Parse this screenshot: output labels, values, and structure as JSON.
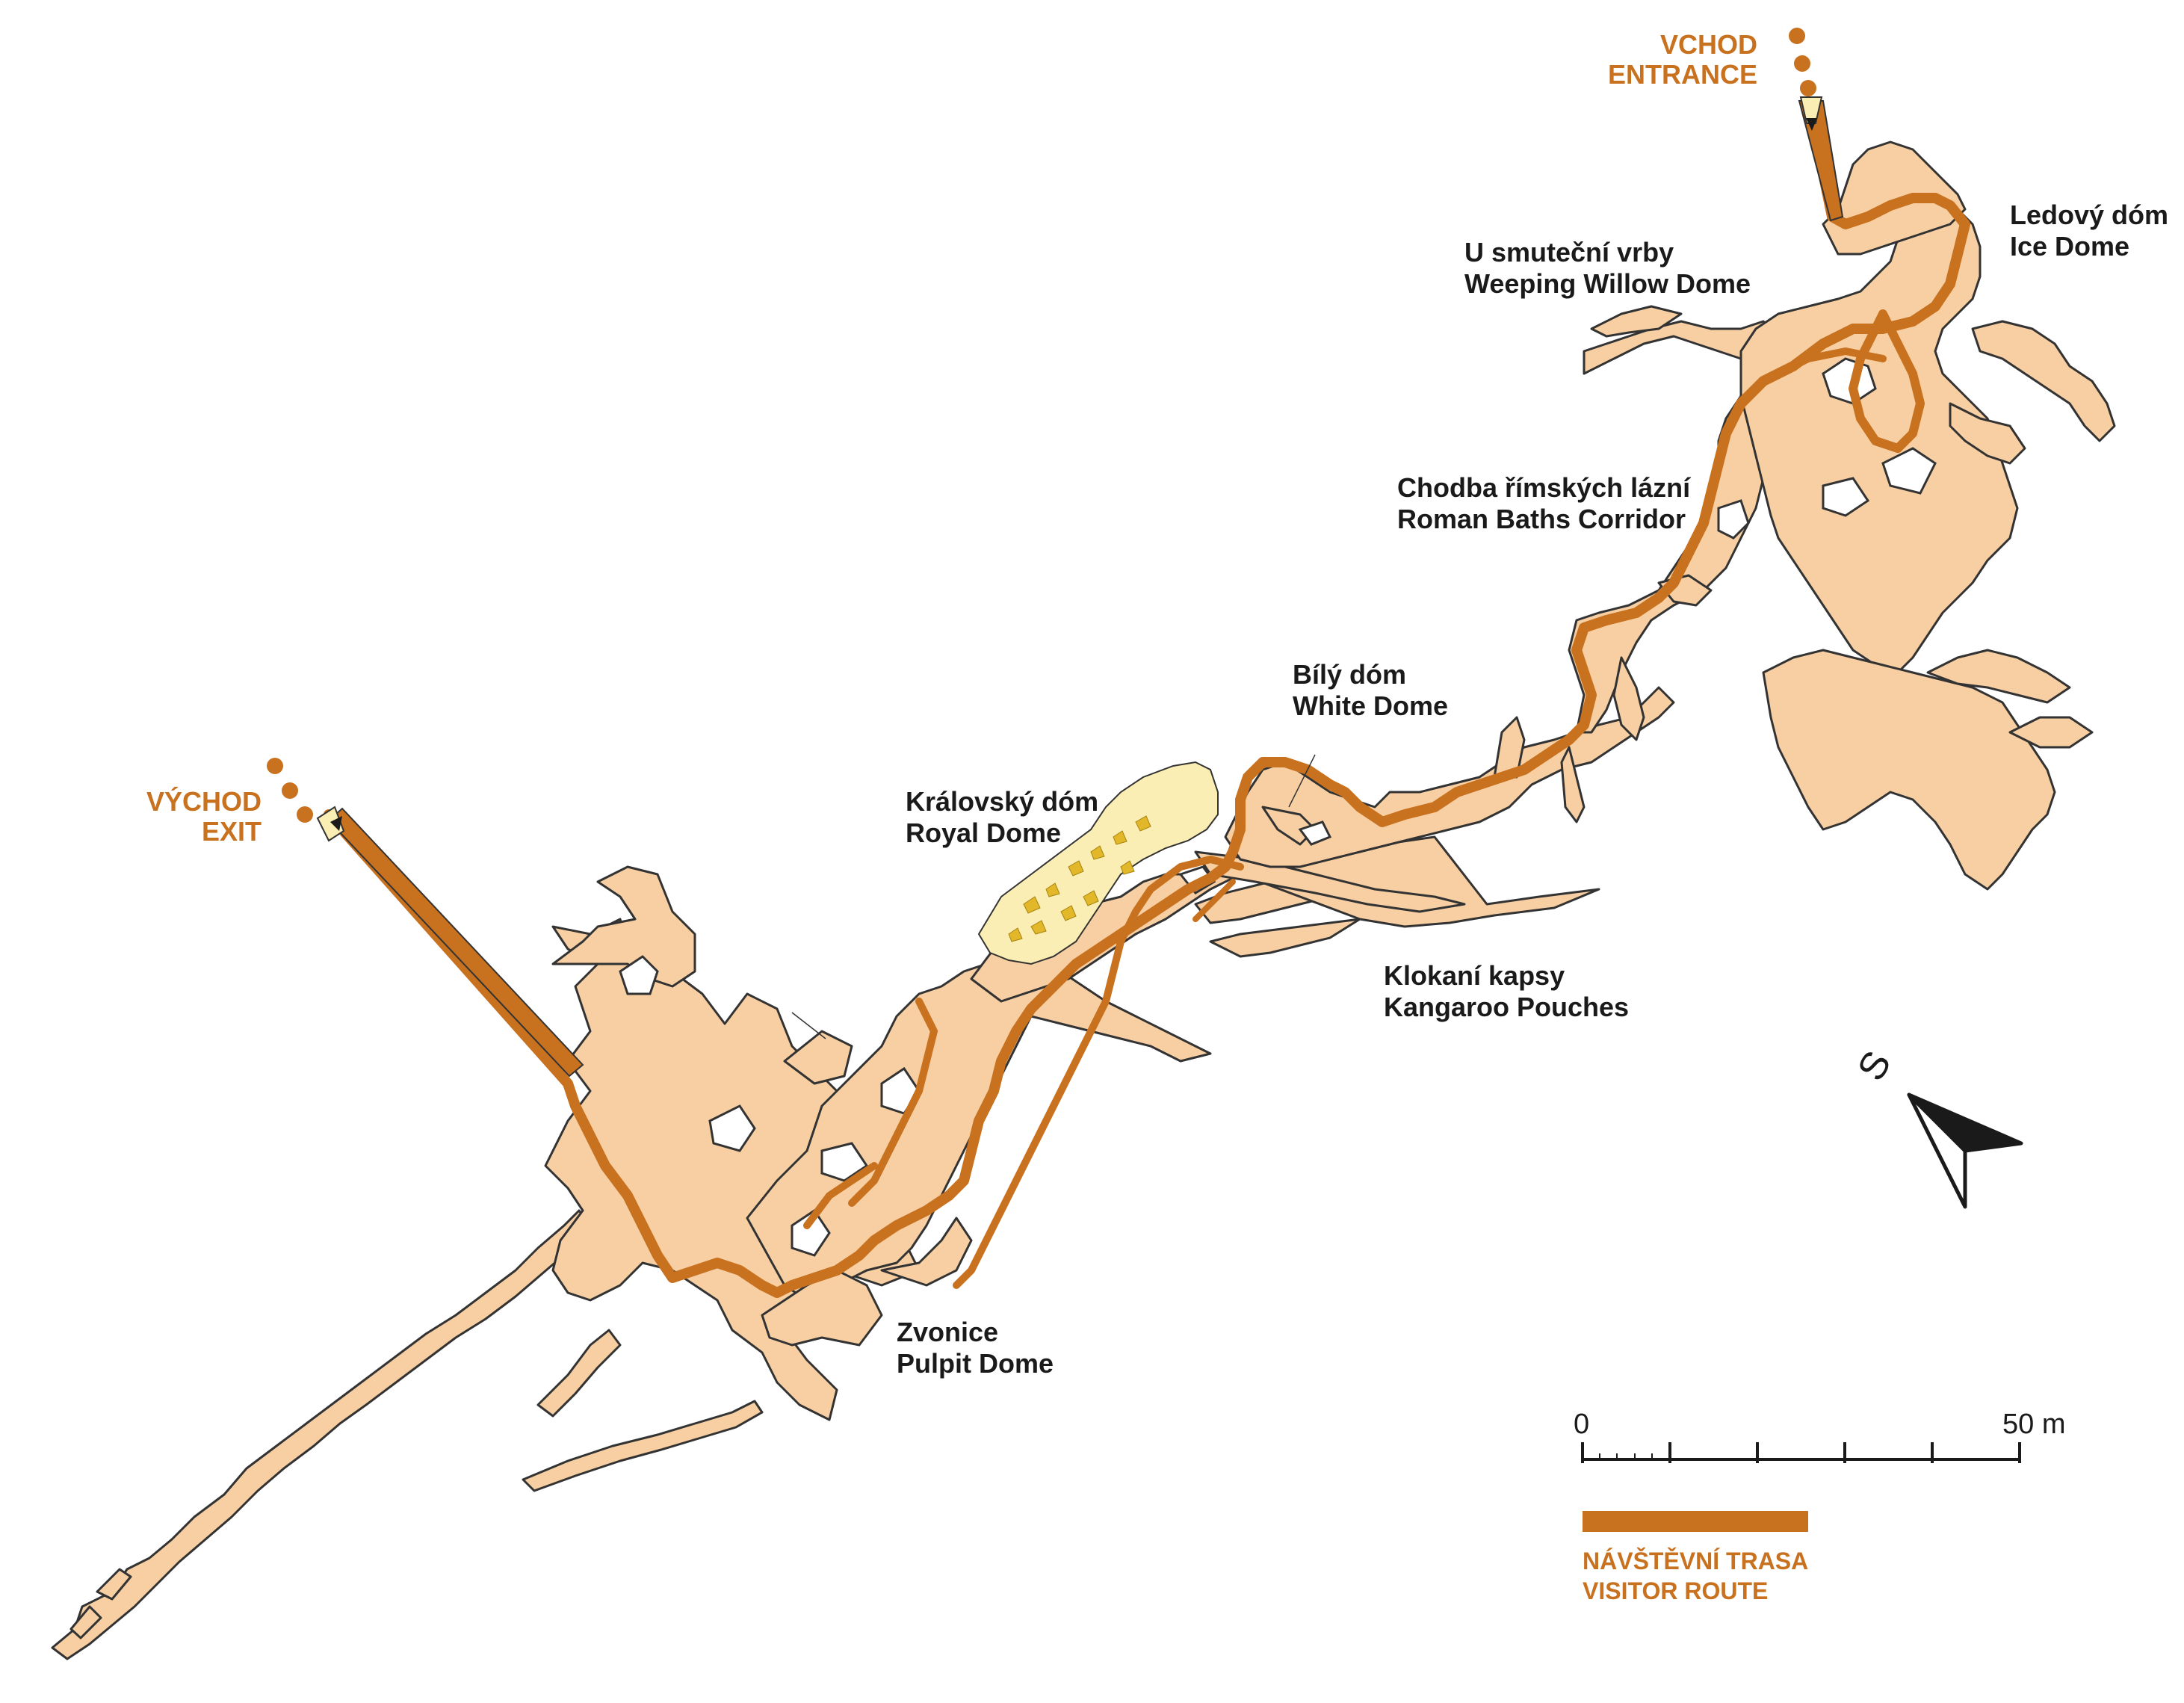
{
  "colors": {
    "cave_fill": "#f7cfa3",
    "cave_outline": "#333333",
    "route": "#c8711f",
    "royal_dome_fill": "#fbeeb4",
    "label_text": "#1a1a1a",
    "accent_text": "#c8711f"
  },
  "entrance": {
    "line1": "VCHOD",
    "line2": "ENTRANCE"
  },
  "exit": {
    "line1": "VÝCHOD",
    "line2": "EXIT"
  },
  "places": {
    "ledovy": {
      "cz": "Ledový dóm",
      "en": "Ice Dome"
    },
    "vrba": {
      "cz": "U smuteční vrby",
      "en": "Weeping Willow Dome"
    },
    "chodba": {
      "cz": "Chodba římských lázní",
      "en": "Roman Baths Corridor"
    },
    "bily": {
      "cz": "Bílý dóm",
      "en": "White Dome"
    },
    "kralovsky": {
      "cz": "Královský dóm",
      "en": "Royal Dome"
    },
    "klokani": {
      "cz": "Klokaní kapsy",
      "en": "Kangaroo Pouches"
    },
    "zvonice": {
      "cz": "Zvonice",
      "en": "Pulpit Dome"
    }
  },
  "north_arrow": {
    "letter": "S",
    "icon": "north-arrow-icon"
  },
  "scale_bar": {
    "min_label": "0",
    "max_label": "50 m"
  },
  "legend": {
    "line1": "NÁVŠTĚVNÍ TRASA",
    "line2": "VISITOR ROUTE"
  }
}
